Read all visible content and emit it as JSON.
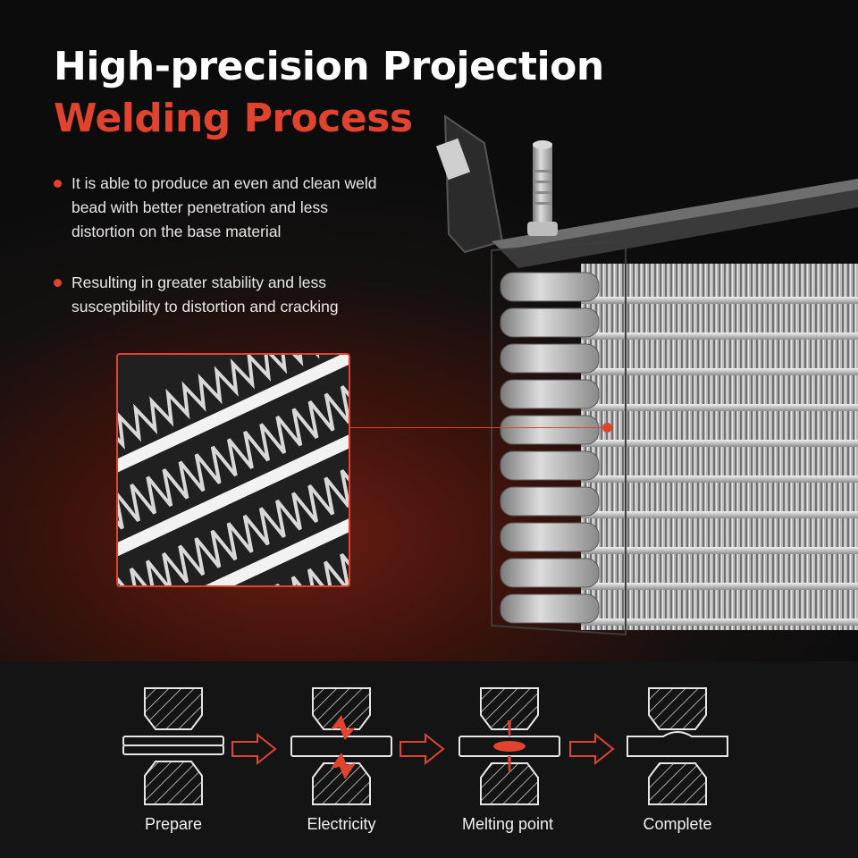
{
  "header": {
    "title_line1": "High-precision Projection",
    "title_line2": "Welding Process"
  },
  "bullets": [
    "It is able to produce an even and clean weld bead with better penetration and less distortion on the base material",
    "Resulting in greater stability and less susceptibility to distortion and cracking"
  ],
  "steps": [
    {
      "label": "Prepare"
    },
    {
      "label": "Electricity"
    },
    {
      "label": "Melting point"
    },
    {
      "label": "Complete"
    }
  ],
  "colors": {
    "accent": "#e0442e",
    "text": "#ffffff",
    "background": "#0d0d0d"
  }
}
